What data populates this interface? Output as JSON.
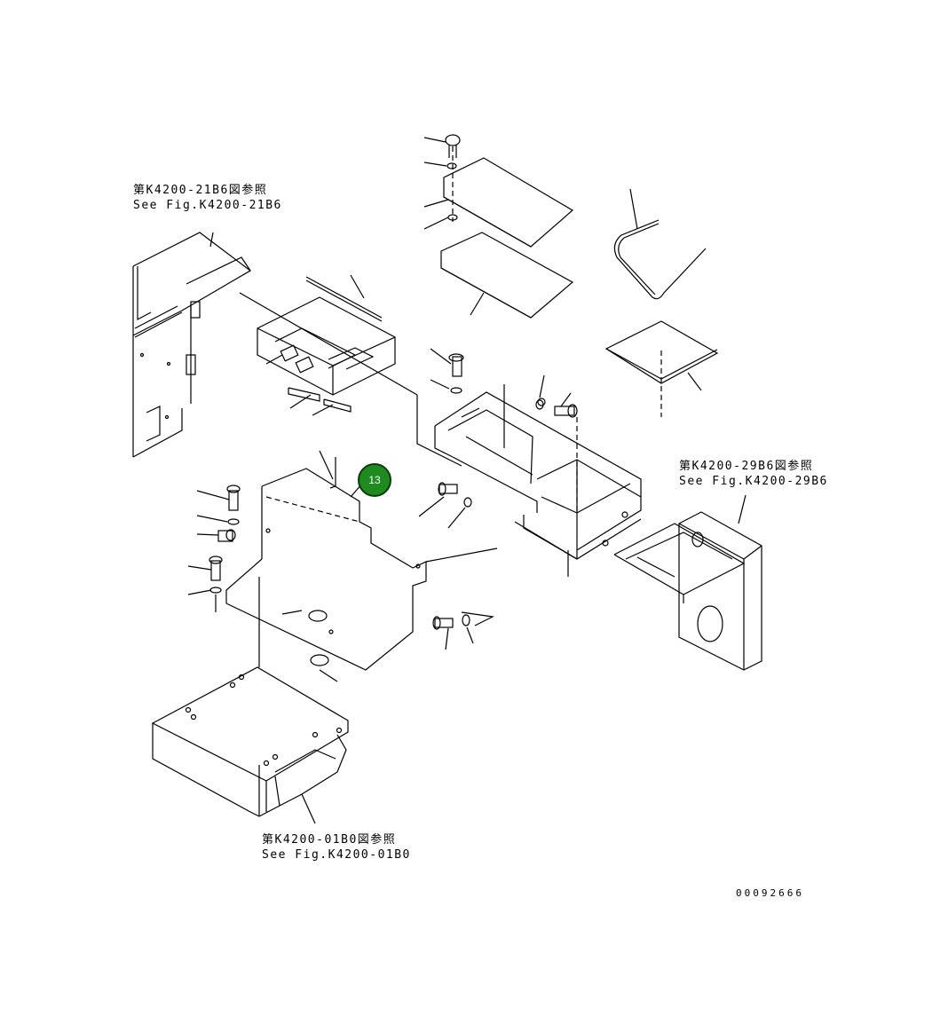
{
  "references": {
    "top_left": {
      "jp": "第K4200-21B6図参照",
      "en": "See Fig.K4200-21B6"
    },
    "right": {
      "jp": "第K4200-29B6図参照",
      "en": "See Fig.K4200-29B6"
    },
    "bottom": {
      "jp": "第K4200-01B0図参照",
      "en": "See Fig.K4200-01B0"
    }
  },
  "callout": {
    "label": "13",
    "color": "#1f8a1f"
  },
  "document_number": "00092666"
}
